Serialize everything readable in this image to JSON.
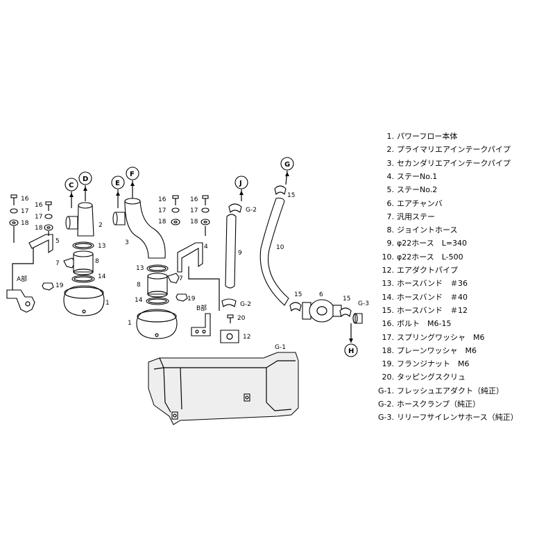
{
  "callouts": {
    "C": "C",
    "D": "D",
    "E": "E",
    "F": "F",
    "J": "J",
    "G": "G",
    "H": "H"
  },
  "labels": {
    "n1a": "1",
    "n1b": "1",
    "n2": "2",
    "n3": "3",
    "n4": "4",
    "n5": "5",
    "n6": "6",
    "n7a": "7",
    "n7b": "7",
    "n8a": "8",
    "n8b": "8",
    "n9": "9",
    "n10": "10",
    "n12": "12",
    "n13a": "13",
    "n13b": "13",
    "n14a": "14",
    "n14b": "14",
    "n15a": "15",
    "n15b": "15",
    "n15c": "15",
    "n16a": "16",
    "n16b": "16",
    "n16c": "16",
    "n16d": "16",
    "n17a": "17",
    "n17b": "17",
    "n17c": "17",
    "n17d": "17",
    "n18a": "18",
    "n18b": "18",
    "n18c": "18",
    "n18d": "18",
    "n19a": "19",
    "n19b": "19",
    "n20": "20",
    "g1": "G-1",
    "g2a": "G-2",
    "g2b": "G-2",
    "g3": "G-3",
    "partA": "A部",
    "partB": "B部"
  },
  "legend": [
    {
      "num": "1.",
      "text": "パワーフロー本体"
    },
    {
      "num": "2.",
      "text": "プライマリエアインテークパイプ"
    },
    {
      "num": "3.",
      "text": "セカンダリエアインテークパイプ"
    },
    {
      "num": "4.",
      "text": "ステーNo.1"
    },
    {
      "num": "5.",
      "text": "ステーNo.2"
    },
    {
      "num": "6.",
      "text": "エアチャンバ"
    },
    {
      "num": "7.",
      "text": "汎用ステー"
    },
    {
      "num": "8.",
      "text": "ジョイントホース"
    },
    {
      "num": "9.",
      "text": "φ22ホース　L=340"
    },
    {
      "num": "10.",
      "text": "φ22ホース　L-500"
    },
    {
      "num": "12.",
      "text": "エアダクトパイプ"
    },
    {
      "num": "13.",
      "text": "ホースバンド　＃36"
    },
    {
      "num": "14.",
      "text": "ホースバンド　＃40"
    },
    {
      "num": "15.",
      "text": "ホースバンド　＃12"
    },
    {
      "num": "16.",
      "text": "ボルト　M6-15"
    },
    {
      "num": "17.",
      "text": "スプリングワッシャ　M6"
    },
    {
      "num": "18.",
      "text": "プレーンワッシャ　M6"
    },
    {
      "num": "19.",
      "text": "フランジナット　M6"
    },
    {
      "num": "20.",
      "text": "タッピングスクリュ"
    },
    {
      "num": "G-1.",
      "text": "フレッシュエアダクト（純正）"
    },
    {
      "num": "G-2.",
      "text": "ホースクランプ（純正）"
    },
    {
      "num": "G-3.",
      "text": "リリーフサイレンサホース（純正）"
    }
  ]
}
